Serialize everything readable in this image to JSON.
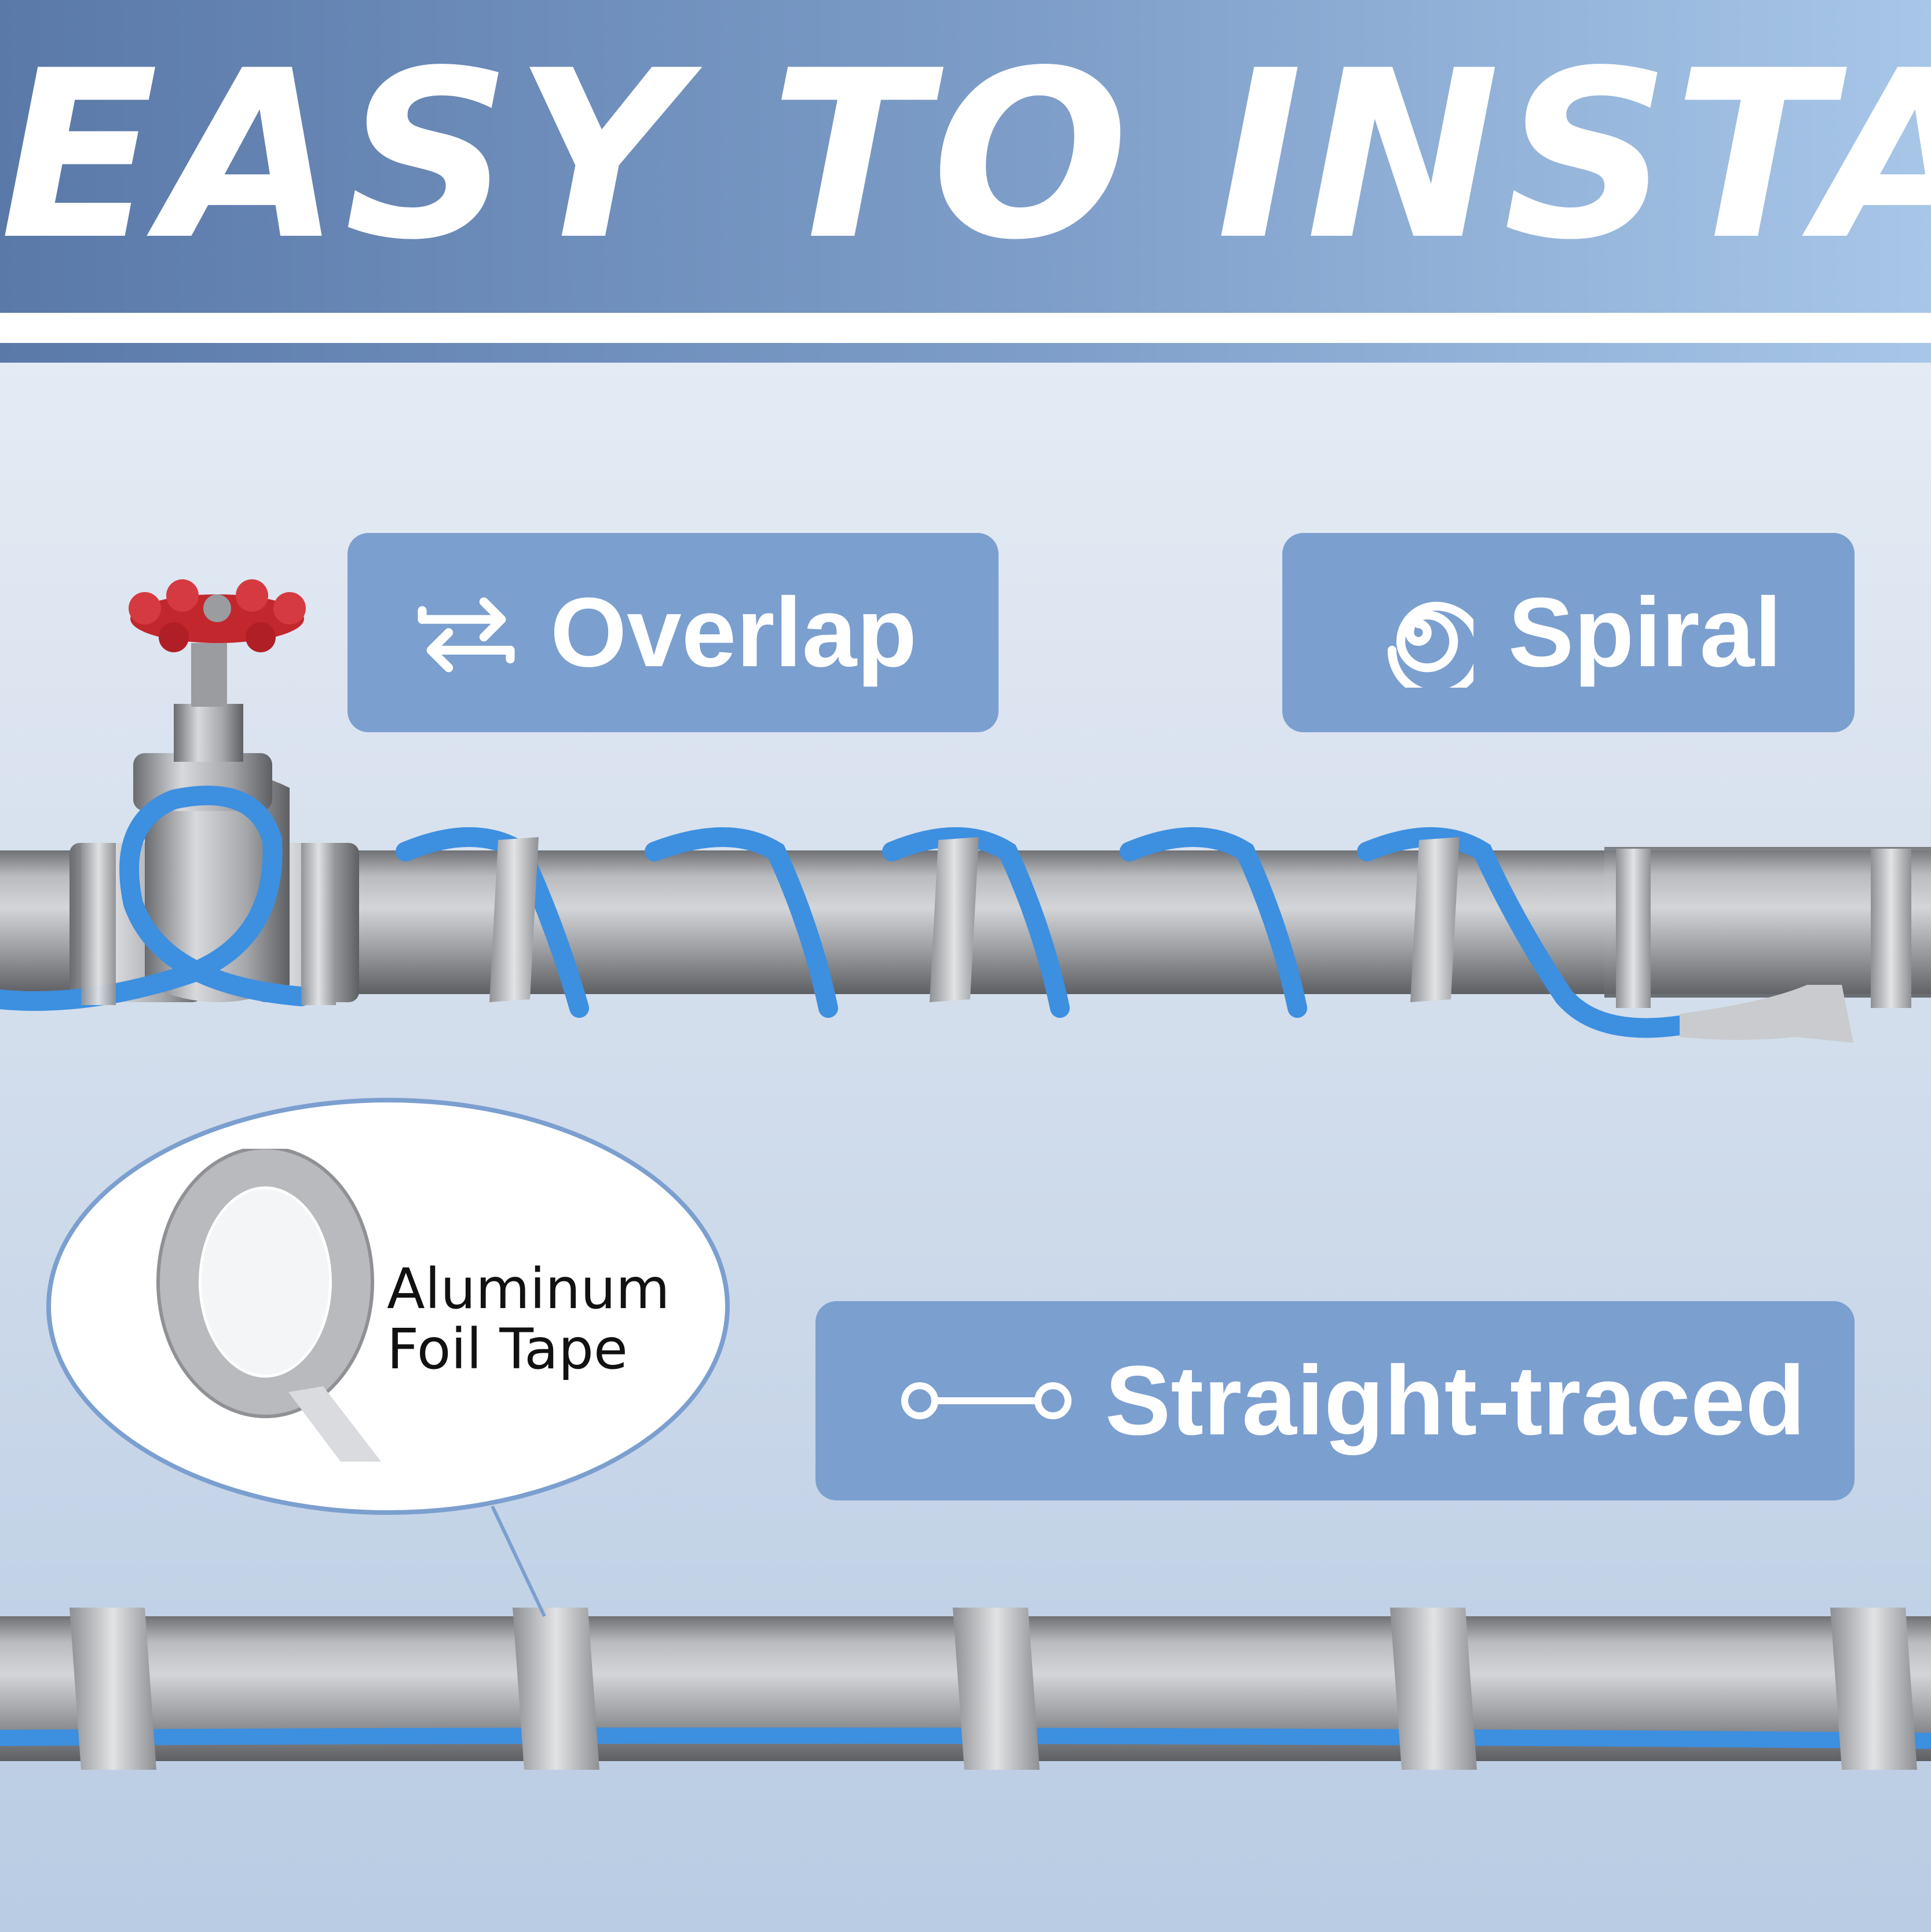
{
  "banner": {
    "title": "EASY TO INSTALL"
  },
  "methods": [
    {
      "label": "Overlap",
      "icon": "swap-arrows-icon"
    },
    {
      "label": "Spiral",
      "icon": "spiral-icon"
    },
    {
      "label": "Straight-traced",
      "icon": "line-nodes-icon"
    }
  ],
  "callout": {
    "label": "Aluminum\nFoil Tape",
    "icon": "tape-roll-icon"
  },
  "colors": {
    "banner_start": "#5a79a9",
    "banner_end": "#a7c6e8",
    "chip": "#7b9fcf",
    "cable": "#3d8fe0",
    "pipe": "#a7a9ad",
    "valve_handle": "#c1272d"
  }
}
